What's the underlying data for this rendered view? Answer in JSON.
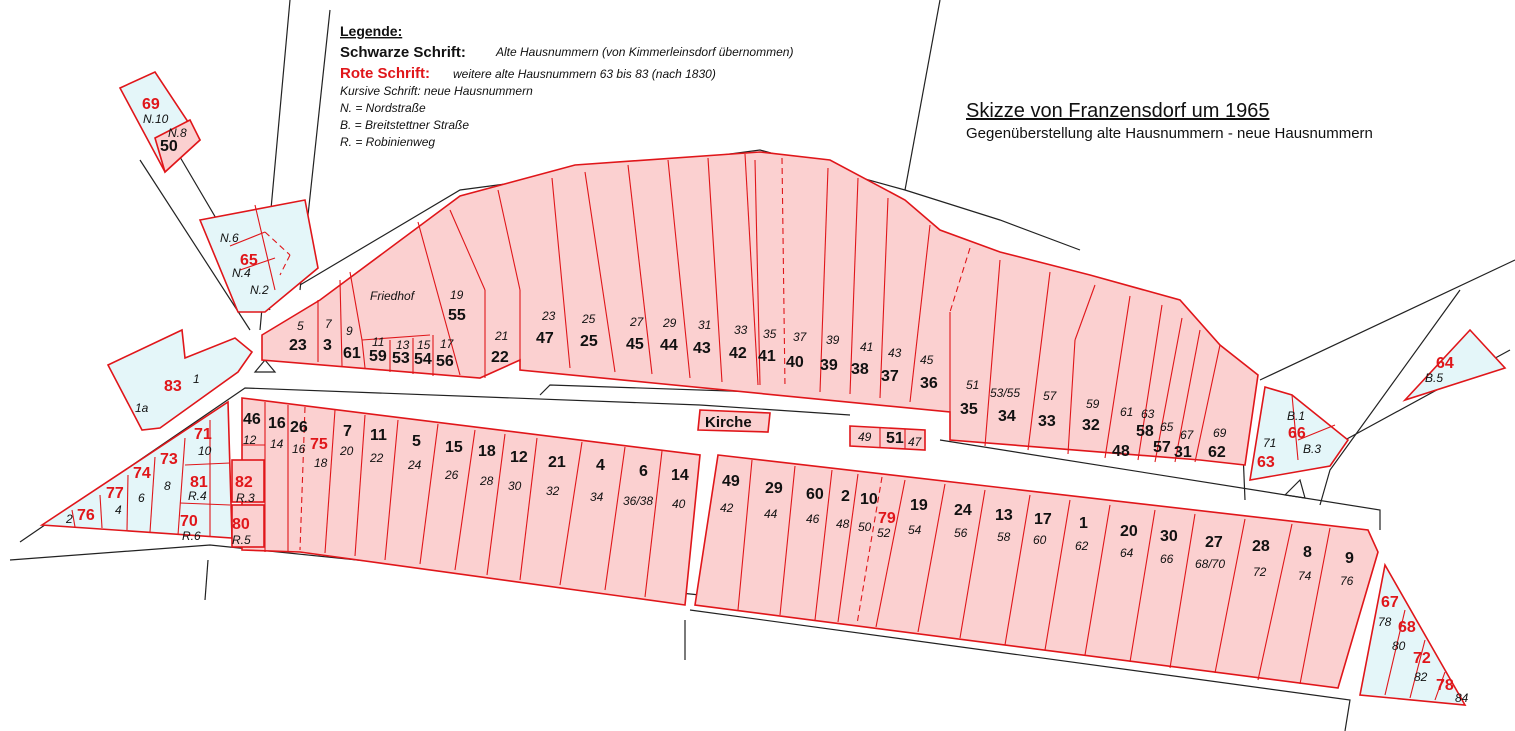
{
  "legend": {
    "heading": "Legende:",
    "black_key": "Schwarze Schrift:",
    "black_text": "Alte Hausnummern (von Kimmerleinsdorf übernommen)",
    "red_key": "Rote Schrift:",
    "red_text": "weitere alte Hausnummern 63 bis 83 (nach 1830)",
    "italic_text": "Kursive Schrift: neue Hausnummern",
    "abbr_n": "N. = Nordstraße",
    "abbr_b": "B. = Breitstettner Straße",
    "abbr_r": "R. = Robinienweg"
  },
  "title": "Skizze von Franzensdorf um 1965",
  "subtitle": "Gegenüberstellung alte Hausnummern - neue Hausnummern",
  "landmarks": {
    "church": "Kirche",
    "cemetery": "Friedhof"
  },
  "colors": {
    "parcel_fill": "#fbd0d0",
    "later_fill": "#e4f6f9",
    "outline": "#e0161a",
    "old_number": "#111111",
    "red_number": "#e0161a"
  },
  "labels": {
    "l69": "69",
    "lN10": "N.10",
    "lN8": "N.8",
    "l50": "50",
    "lN6": "N.6",
    "l65": "65",
    "lN4": "N.4",
    "lN2": "N.2",
    "l83": "83",
    "l1": "1",
    "l1a": "1a",
    "t5": "5",
    "t23": "23",
    "t7": "7",
    "t3": "3",
    "t9": "9",
    "t61": "61",
    "t11": "11",
    "t59": "59",
    "t13": "13",
    "t53": "53",
    "t15": "15",
    "t54": "54",
    "t17": "17",
    "t56": "56",
    "t19": "19",
    "t55": "55",
    "t21": "21",
    "t22": "22",
    "t23n": "23",
    "t47": "47",
    "t25n": "25",
    "t25": "25",
    "t27": "27",
    "t45": "45",
    "t29": "29",
    "t44": "44",
    "t31": "31",
    "t43": "43",
    "t33": "33",
    "t42": "42",
    "t35": "35",
    "t41": "41",
    "t37": "37",
    "t40": "40",
    "t39": "39",
    "t39o": "39",
    "t41n": "41",
    "t38": "38",
    "t43n": "43",
    "t37o": "37",
    "t45n": "45",
    "t36": "36",
    "t51": "51",
    "t35o": "35",
    "t5355": "53/55",
    "t34": "34",
    "t57": "57",
    "t33o": "33",
    "t59n": "59",
    "t32": "32",
    "t61n": "61",
    "t48": "48",
    "t63": "63",
    "t58": "58",
    "t65": "65",
    "t57o": "57",
    "t67": "67",
    "t31o": "31",
    "t69": "69",
    "t62": "62",
    "church49": "49",
    "church51": "51",
    "church47": "47",
    "m46": "46",
    "m12": "12",
    "m16": "16",
    "m14": "14",
    "m26": "26",
    "m16n": "16",
    "m75": "75",
    "m18": "18",
    "m7": "7",
    "m20": "20",
    "m11": "11",
    "m22": "22",
    "m5": "5",
    "m24": "24",
    "m15": "15",
    "m26n": "26",
    "m18o": "18",
    "m28": "28",
    "m12o": "12",
    "m30": "30",
    "m21": "21",
    "m32": "32",
    "m4": "4",
    "m34": "34",
    "m6": "6",
    "m3638": "36/38",
    "m14o": "14",
    "m40": "40",
    "m82": "82",
    "mR3": "R.3",
    "m80": "80",
    "mR5": "R.5",
    "w71": "71",
    "w10": "10",
    "w73": "73",
    "w8": "8",
    "w74": "74",
    "w6": "6",
    "w77": "77",
    "w4": "4",
    "w76": "76",
    "w2": "2",
    "w81": "81",
    "wR4": "R.4",
    "w70": "70",
    "wR6": "R.6",
    "e49": "49",
    "e42": "42",
    "e29": "29",
    "e44": "44",
    "e60": "60",
    "e46": "46",
    "e2": "2",
    "e48": "48",
    "e10": "10",
    "e50": "50",
    "e79": "79",
    "e52": "52",
    "e19": "19",
    "e54": "54",
    "e24": "24",
    "e56": "56",
    "e13": "13",
    "e58": "58",
    "e17": "17",
    "e60n": "60",
    "e1": "1",
    "e62": "62",
    "e20": "20",
    "e64": "64",
    "e30": "30",
    "e66": "66",
    "e27": "27",
    "e6870": "68/70",
    "e28": "28",
    "e72": "72",
    "e8": "8",
    "e74": "74",
    "e9": "9",
    "e76": "76",
    "b64": "64",
    "bB5": "B.5",
    "bB1": "B.1",
    "b66": "66",
    "b71": "71",
    "b63": "63",
    "bB3": "B.3",
    "s67": "67",
    "s78": "78",
    "s68": "68",
    "s80": "80",
    "s72": "72",
    "s82": "82",
    "s78o": "78",
    "s84": "84"
  }
}
